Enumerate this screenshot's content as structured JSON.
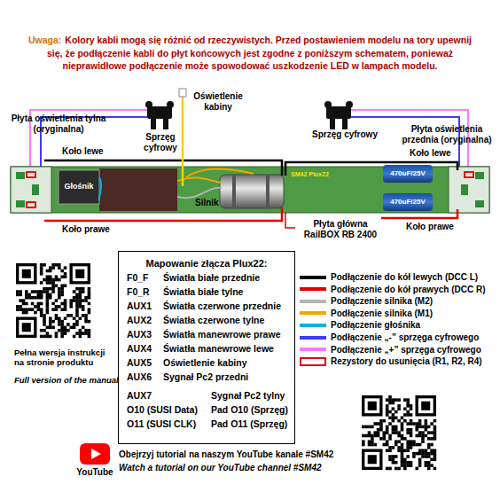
{
  "diagram": {
    "nodes": [
      {
        "text": [
          "Mapowanie złącza Plux22:"
        ]
      }
    ],
    "labels": [
      "Uwaga:",
      "Kolory kabli mogą się różnić od rzeczywistych. Przed postawieniem modelu na tory upewnij się, że podłączenie kabli do płyt końcowych jest zgodne z poniższym schematem, ponieważ nieprawidłowe podłączenie może spowodować uszkodzenie LED w lampach modelu.",
      "Oświetlenie kabiny",
      "Sprzęg cyfrowy",
      "Sprzęg cyfrowy",
      "Płyta oświetlenia tylna (oryginalna)",
      "Płyta oświetlenia przednia (oryginalna)",
      "Koło lewe",
      "Koło lewe",
      "Głośnik",
      "Silnik",
      "470uF/25V",
      "470uF/25V",
      "SM42 Plux22",
      "Koło prawe",
      "Koło prawe",
      "Płyta główna RailBOX RB 2400",
      "F0_F",
      "Światła białe przednie",
      "F0_R",
      "Światła białe tylne",
      "AUX1",
      "Światła czerwone przednie",
      "AUX2",
      "Światła czerwone tylne",
      "AUX3",
      "Światła manewrowe prawe",
      "AUX4",
      "Światła manewrowe lewe",
      "AUX5",
      "Oświetlenie kabiny",
      "AUX6",
      "Sygnał Pc2 przedni",
      "AUX7",
      "Sygnał Pc2 tylny",
      "O10 (SUSI Data)",
      "Pad O10 (Sprzęg)",
      "O11 (SUSI CLK)",
      "Pad O11 (Sprzęg)",
      "Pełna wersja instrukcji na stronie produktu",
      "Full version of the manual",
      "YouTube",
      "Obejrzyj tutorial na naszym YouTube kanale #SM42",
      "Watch a tutorial on our YouTube channel #SM42"
    ],
    "legend": [
      {
        "text": "Podłączenie do kół lewych (DCC L)",
        "color": "#000000"
      },
      {
        "text": "Podłączenie do kół prawych (DCC R)",
        "color": "#e00000"
      },
      {
        "text": "Podłączenie silnika (M2)",
        "color": "#b4b4b4"
      },
      {
        "text": "Podłączenie silnika (M1)",
        "color": "#f0a800"
      },
      {
        "text": "Podłączenie głośnika",
        "color": "#00b4e6"
      },
      {
        "text": "Podłączenie „-” sprzęga cyfrowego",
        "color": "#3c3cff"
      },
      {
        "text": "Podłączenie „+” sprzęga cyfrowego",
        "color": "#ff78ff"
      },
      {
        "text": "Rezystory do usunięcia (R1, R2, R4)"
      }
    ]
  }
}
